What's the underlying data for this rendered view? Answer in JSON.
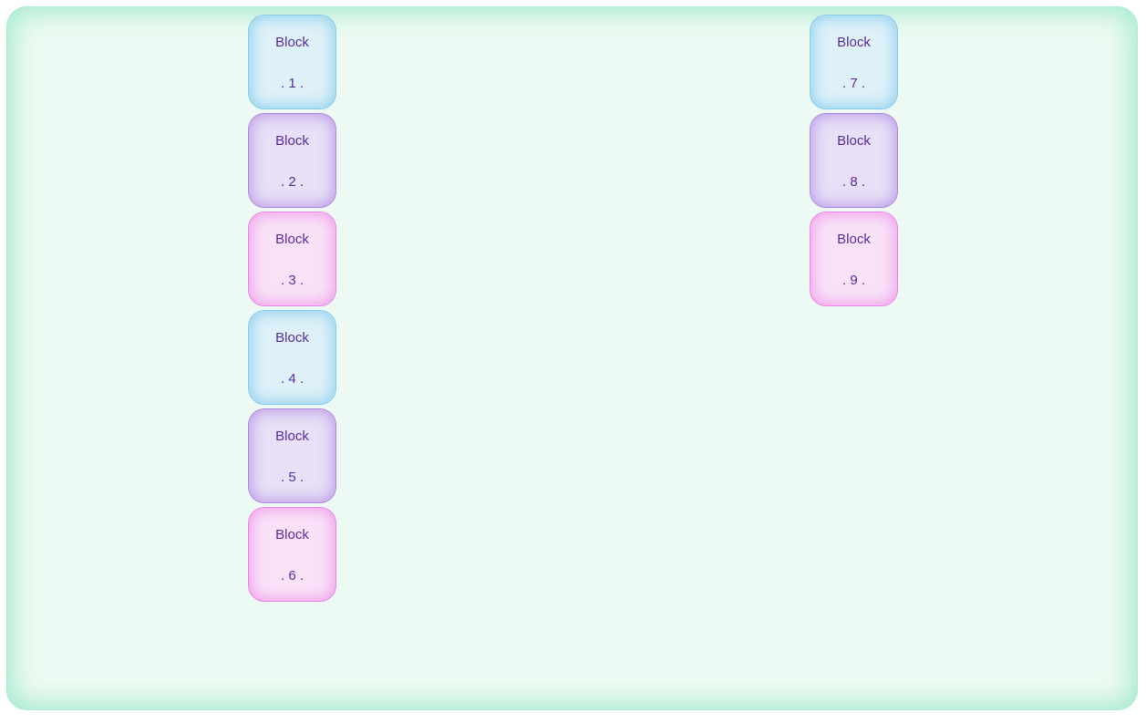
{
  "page": {
    "background_color": "#ffffff",
    "panel": {
      "background": "#edfaf3",
      "border": "#aeebd2",
      "glow": "#a3e9cc"
    },
    "text_color": "#5c2d9e"
  },
  "variants": {
    "blue": {
      "background": "#def0f8",
      "glow": "#9bd6ef",
      "border": "#8accea"
    },
    "purple": {
      "background": "#e7e0f6",
      "glow": "#c3a5e9",
      "border": "#b289de"
    },
    "pink": {
      "background": "#f8e2f8",
      "glow": "#f1a7ed",
      "border": "#ec86e5"
    }
  },
  "columns": [
    {
      "id": "left",
      "blocks": [
        {
          "label": "Block",
          "number": ". 1 .",
          "variant": "blue"
        },
        {
          "label": "Block",
          "number": ". 2 .",
          "variant": "purple"
        },
        {
          "label": "Block",
          "number": ". 3 .",
          "variant": "pink"
        },
        {
          "label": "Block",
          "number": ". 4 .",
          "variant": "blue"
        },
        {
          "label": "Block",
          "number": ". 5 .",
          "variant": "purple"
        },
        {
          "label": "Block",
          "number": ". 6 .",
          "variant": "pink"
        }
      ]
    },
    {
      "id": "right",
      "blocks": [
        {
          "label": "Block",
          "number": ". 7 .",
          "variant": "blue"
        },
        {
          "label": "Block",
          "number": ". 8 .",
          "variant": "purple"
        },
        {
          "label": "Block",
          "number": ". 9 .",
          "variant": "pink"
        }
      ]
    }
  ]
}
